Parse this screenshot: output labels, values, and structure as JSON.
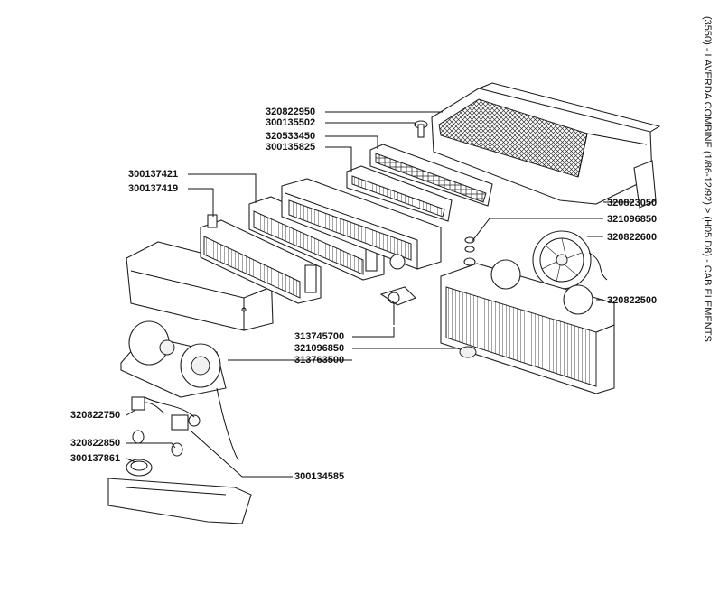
{
  "side_title": "(3550) - LAVERDA COMBINE (1/86-12/92) > (H05.D8) - CAB ELEMENTS",
  "part_numbers": [
    "320822950",
    "300135502",
    "320533450",
    "300135825",
    "300137421",
    "300137419",
    "320823050",
    "321096850",
    "320822600",
    "320822500",
    "313745700",
    "321096850",
    "313763500",
    "320822750",
    "320822850",
    "300137861",
    "300134585"
  ],
  "icons": {
    "blower": "blower-fan-assembly-drawing",
    "fan": "axial-fan-drawing",
    "radiator": "condenser-radiator-drawing",
    "evaporator": "evaporator-core-drawing",
    "filter": "air-filter-drawing"
  }
}
